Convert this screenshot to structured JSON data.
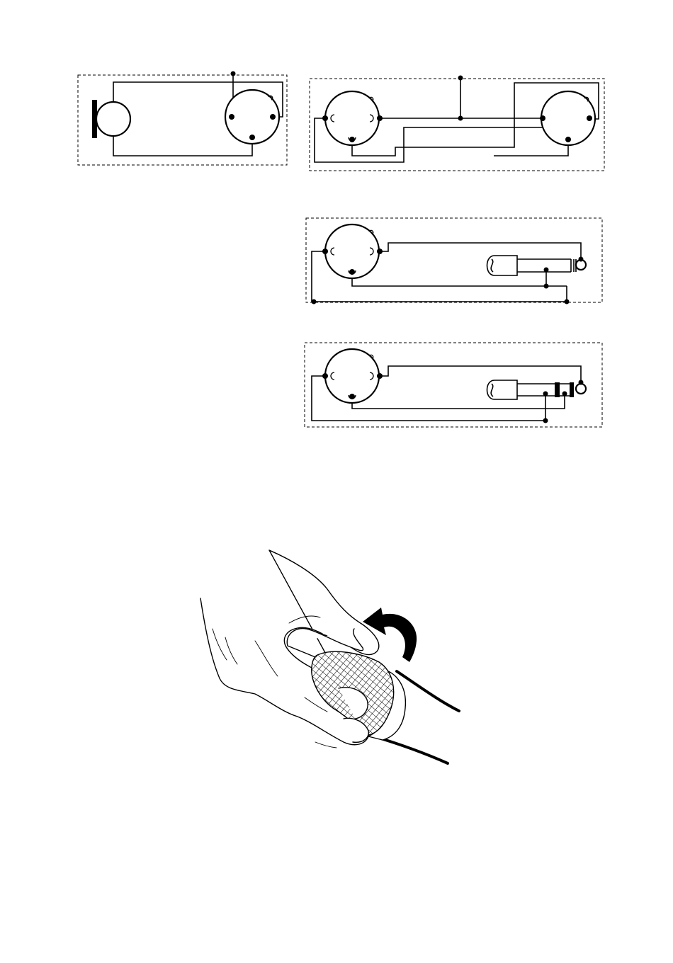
{
  "diagrams": [
    {
      "id": "mic-to-xlr",
      "parts": [
        "microphone-capsule-icon",
        "xlr-connector-icon"
      ]
    },
    {
      "id": "xlr-to-xlr",
      "parts": [
        "xlr-connector-icon",
        "xlr-connector-icon"
      ]
    },
    {
      "id": "xlr-to-mono-jack",
      "parts": [
        "xlr-connector-icon",
        "mono-jack-plug-icon"
      ]
    },
    {
      "id": "xlr-to-stereo-jack",
      "parts": [
        "xlr-connector-icon",
        "stereo-jack-plug-icon"
      ]
    }
  ],
  "illustration": {
    "id": "hand-rotating-microphone",
    "parts": [
      "hand-icon",
      "microphone-grille-icon",
      "rotate-arrow-icon"
    ]
  }
}
